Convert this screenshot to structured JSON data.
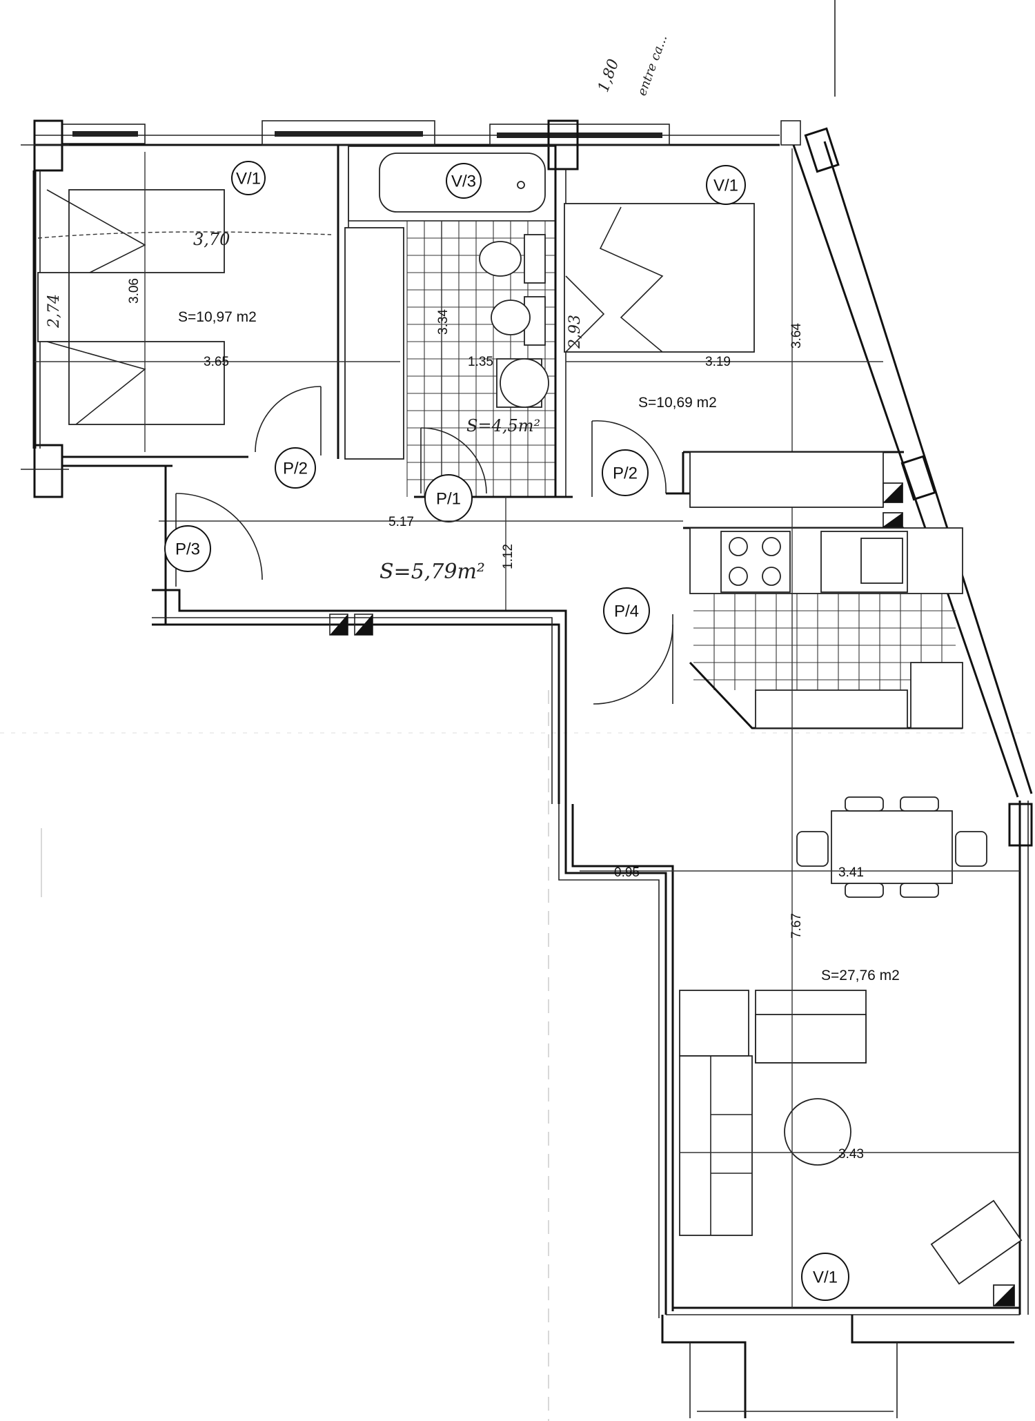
{
  "rooms": {
    "bedroom_left": {
      "area": "S=10,97  m2",
      "window_tag": "V/1",
      "door_tag": "P/2",
      "dim_width": "3.65",
      "dim_height": "3.06",
      "dim_hand": "2,74"
    },
    "bathroom": {
      "area_hand": "S=4,5m²",
      "window_tag": "V/3",
      "door_tag": "P/1",
      "dim_width": "1.35",
      "dim_height": "3.34"
    },
    "bedroom_right": {
      "area": "S=10,69  m2",
      "window_tag": "V/1",
      "door_tag": "P/2",
      "dim_width": "3.19",
      "dim_height": "3.64",
      "dim_hand": "2,93"
    },
    "hallway": {
      "area_hand": "S=5,79m²",
      "door_tag": "P/3",
      "dim_width": "5.17",
      "dim_height": "1.12"
    },
    "kitchen": {
      "door_tag": "P/4"
    },
    "living": {
      "area": "S=27,76  m2",
      "window_tag": "V/1",
      "dim_width_top": "3.41",
      "dim_width_bottom": "3.43",
      "dim_height": "7.67",
      "dim_offset": "0.95"
    }
  },
  "annotations": {
    "top_scribble": "1,80",
    "top_scribble_2": "entre ca...",
    "bedroom_hand_dim": "3,70"
  }
}
